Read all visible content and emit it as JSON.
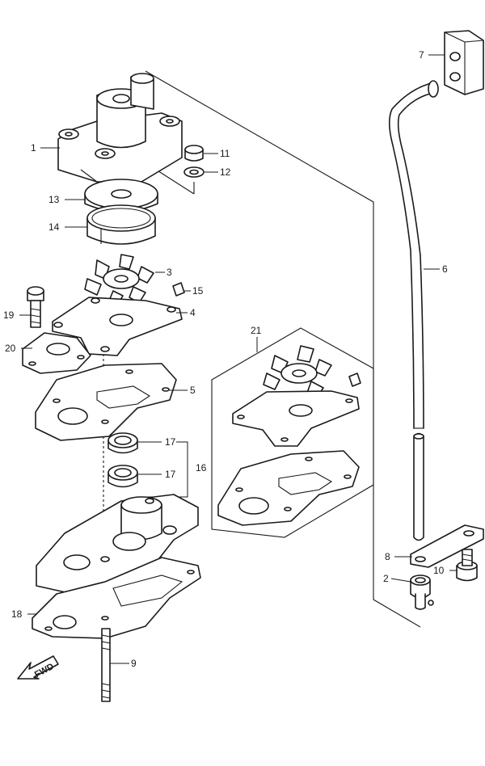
{
  "diagram": {
    "callouts": {
      "c1": "1",
      "c2": "2",
      "c3": "3",
      "c4": "4",
      "c5": "5",
      "c6": "6",
      "c7": "7",
      "c8": "8",
      "c9": "9",
      "c10": "10",
      "c11": "11",
      "c12": "12",
      "c13": "13",
      "c14": "14",
      "c15": "15",
      "c16": "16",
      "c17a": "17",
      "c17b": "17",
      "c18": "18",
      "c19": "19",
      "c20": "20",
      "c21": "21"
    },
    "fwd_label": "FWD"
  }
}
